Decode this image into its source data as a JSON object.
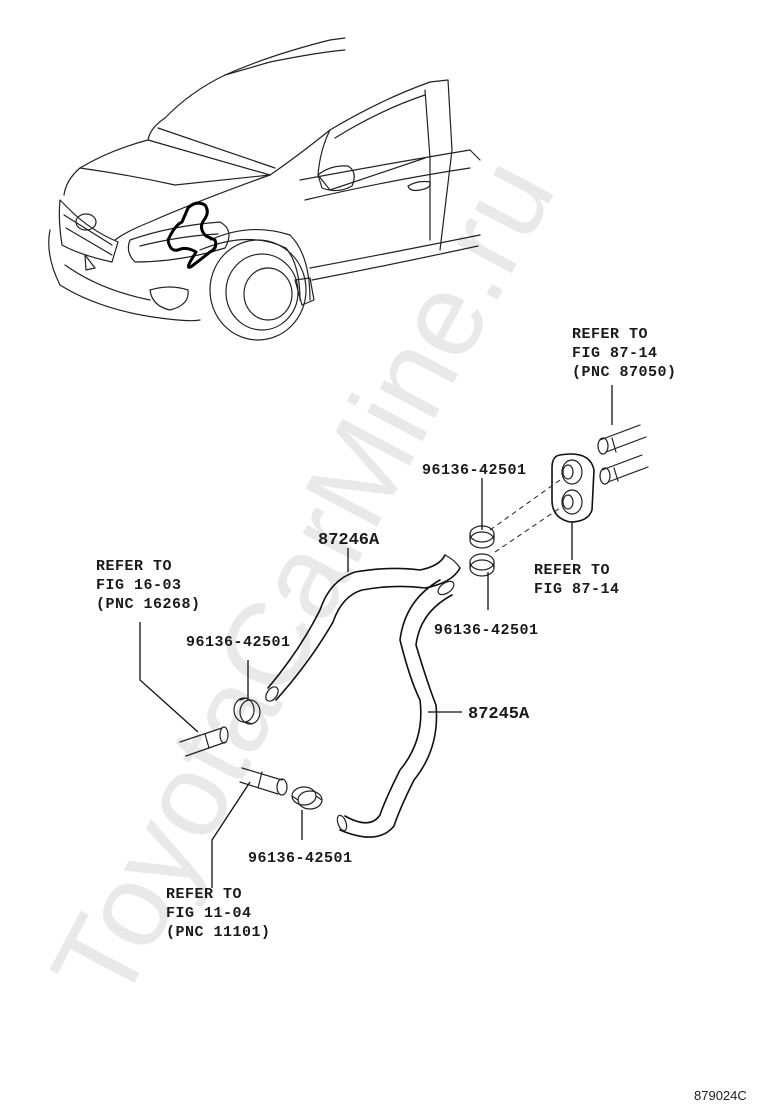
{
  "watermark": "ToyotaCarMine.ru",
  "figure_code": "879024C",
  "parts": {
    "hose_upper": "87246A",
    "hose_lower": "87245A",
    "clamp_top_1": "96136-42501",
    "clamp_top_2": "96136-42501",
    "clamp_mid": "96136-42501",
    "clamp_low": "96136-42501"
  },
  "references": {
    "fig_87_14_pnc": [
      "REFER TO",
      "FIG 87-14",
      "(PNC 87050)"
    ],
    "fig_87_14": [
      "REFER TO",
      "FIG 87-14"
    ],
    "fig_16_03": [
      "REFER TO",
      "FIG 16-03",
      "(PNC 16268)"
    ],
    "fig_11_04": [
      "REFER TO",
      "FIG 11-04",
      "(PNC 11101)"
    ]
  }
}
